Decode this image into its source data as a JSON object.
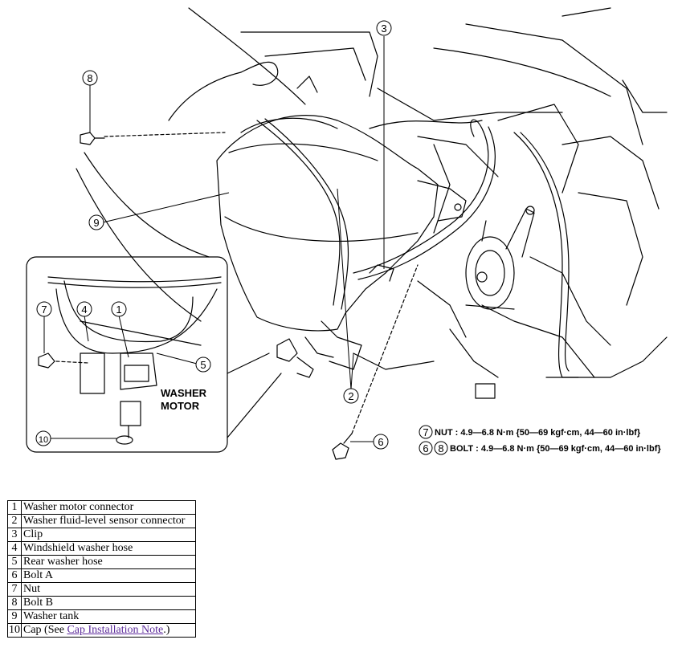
{
  "callouts": {
    "c1": "1",
    "c2": "2",
    "c3": "3",
    "c4": "4",
    "c5": "5",
    "c6": "6",
    "c7": "7",
    "c8": "8",
    "c9": "9",
    "c10": "10"
  },
  "inset_label": {
    "line1": "WASHER",
    "line2": "MOTOR"
  },
  "torque": {
    "nut_num": "7",
    "nut_text": "NUT : 4.9—6.8 N·m {50—69 kgf·cm, 44—60 in·lbf}",
    "bolt_num_a": "6",
    "bolt_num_b": "8",
    "bolt_text": "BOLT : 4.9—6.8 N·m {50—69 kgf·cm, 44—60 in·lbf}"
  },
  "legend": [
    {
      "num": "1",
      "desc": "Washer motor connector"
    },
    {
      "num": "2",
      "desc": "Washer fluid-level sensor connector"
    },
    {
      "num": "3",
      "desc": "Clip"
    },
    {
      "num": "4",
      "desc": "Windshield washer hose"
    },
    {
      "num": "5",
      "desc": "Rear washer hose"
    },
    {
      "num": "6",
      "desc": "Bolt A"
    },
    {
      "num": "7",
      "desc": "Nut"
    },
    {
      "num": "8",
      "desc": "Bolt B"
    },
    {
      "num": "9",
      "desc": "Washer tank"
    },
    {
      "num": "10",
      "desc_prefix": "Cap (See ",
      "link": "Cap Installation Note",
      "desc_suffix": ".)"
    }
  ]
}
